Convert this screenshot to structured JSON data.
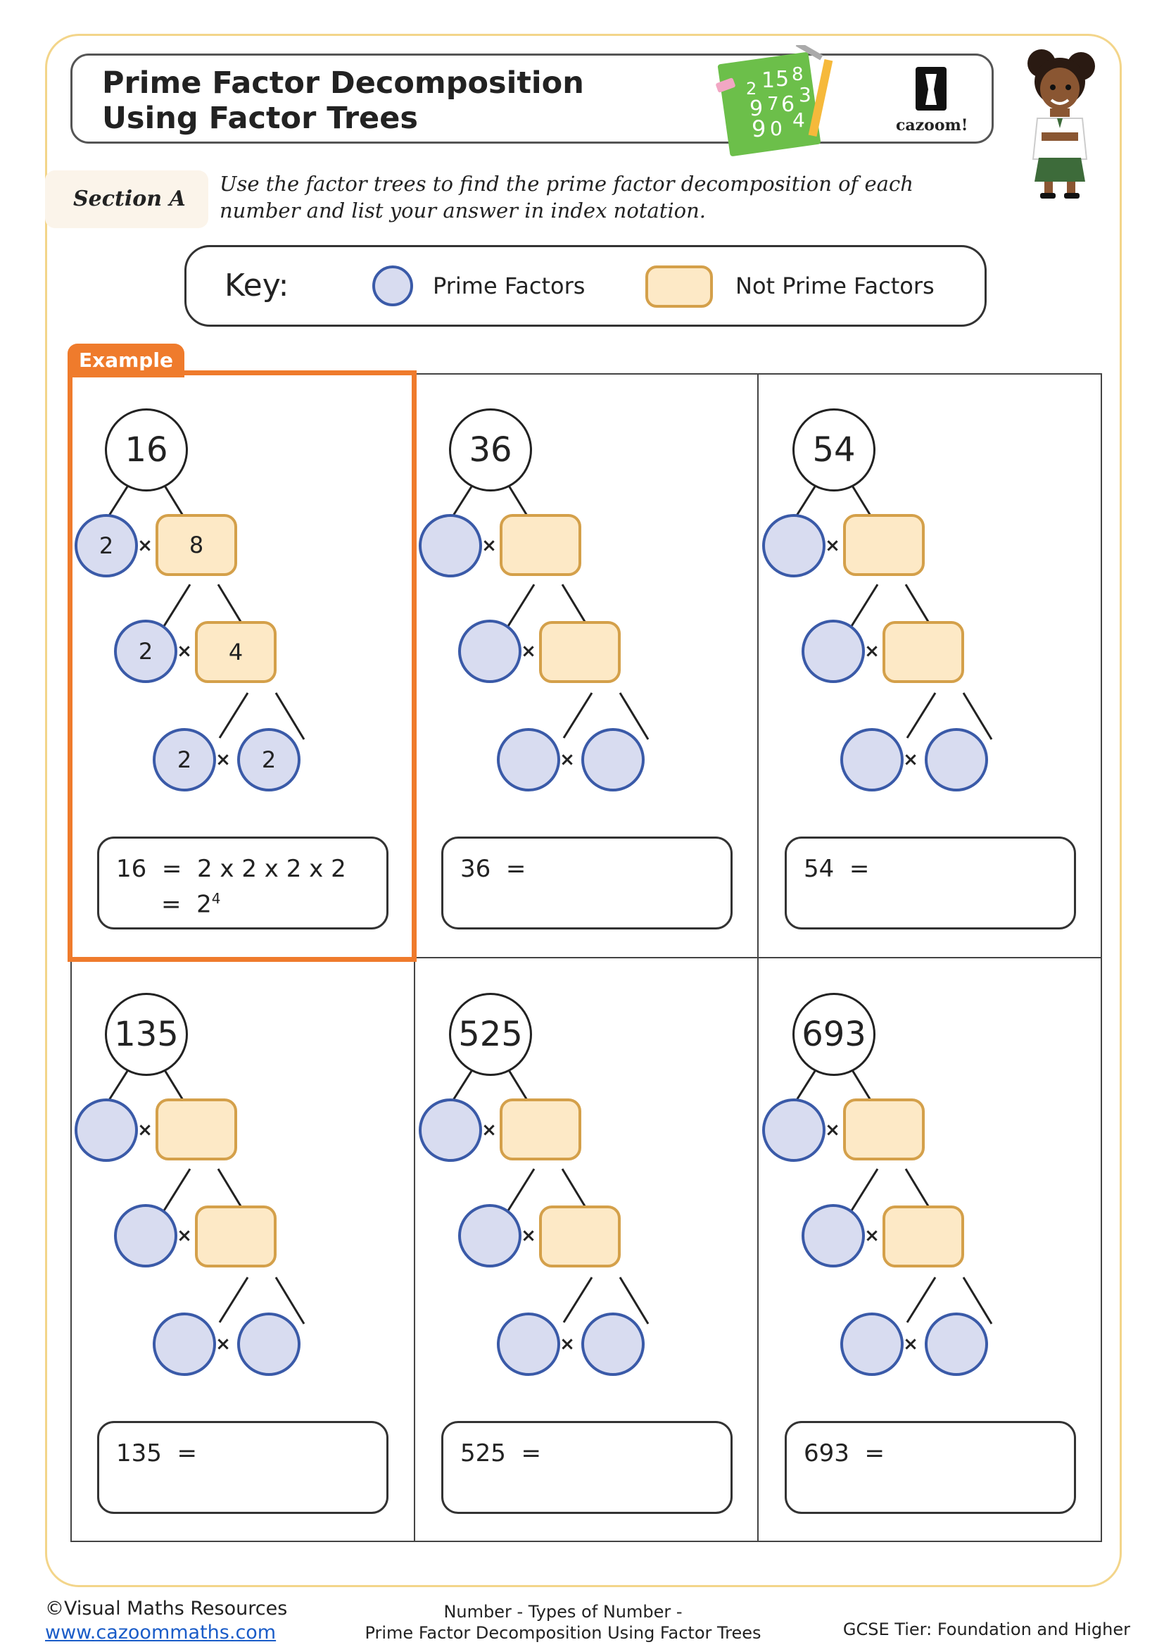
{
  "header": {
    "title": "Prime Factor Decomposition\nUsing Factor Trees",
    "logo_text": "cazoom!"
  },
  "section": {
    "label": "Section A",
    "instructions": "Use the factor trees to find the prime factor decomposition of each number and list your answer in index notation."
  },
  "key": {
    "label": "Key:",
    "prime_label": "Prime Factors",
    "not_prime_label": "Not Prime Factors"
  },
  "example_tab": "Example",
  "times_symbol": "×",
  "problems": [
    {
      "root": "16",
      "factors": [
        "2",
        "8",
        "2",
        "4",
        "2",
        "2"
      ],
      "answer_line1": "16  =  2 x 2 x 2 x 2",
      "answer_line2_prefix": "=  2",
      "answer_line2_exp": "4"
    },
    {
      "root": "36",
      "factors": [
        "",
        "",
        "",
        "",
        "",
        ""
      ],
      "answer_line1": "36  =",
      "answer_line2_prefix": "",
      "answer_line2_exp": ""
    },
    {
      "root": "54",
      "factors": [
        "",
        "",
        "",
        "",
        "",
        ""
      ],
      "answer_line1": "54  =",
      "answer_line2_prefix": "",
      "answer_line2_exp": ""
    },
    {
      "root": "135",
      "factors": [
        "",
        "",
        "",
        "",
        "",
        ""
      ],
      "answer_line1": "135  =",
      "answer_line2_prefix": "",
      "answer_line2_exp": ""
    },
    {
      "root": "525",
      "factors": [
        "",
        "",
        "",
        "",
        "",
        ""
      ],
      "answer_line1": "525  =",
      "answer_line2_prefix": "",
      "answer_line2_exp": ""
    },
    {
      "root": "693",
      "factors": [
        "",
        "",
        "",
        "",
        "",
        ""
      ],
      "answer_line1": "693  =",
      "answer_line2_prefix": "",
      "answer_line2_exp": ""
    }
  ],
  "footer": {
    "copyright": "©Visual Maths Resources",
    "website": "www.cazoommaths.com",
    "topic_line1": "Number - Types of Number -",
    "topic_line2": "Prime Factor Decomposition Using Factor Trees",
    "tier": "GCSE Tier: Foundation and Higher"
  },
  "colors": {
    "prime_fill": "#d8dcf0",
    "prime_border": "#3a5aa8",
    "not_prime_fill": "#fde9c6",
    "not_prime_border": "#d4a04a",
    "example_accent": "#ef7b2c",
    "page_border": "#f3d58a"
  }
}
